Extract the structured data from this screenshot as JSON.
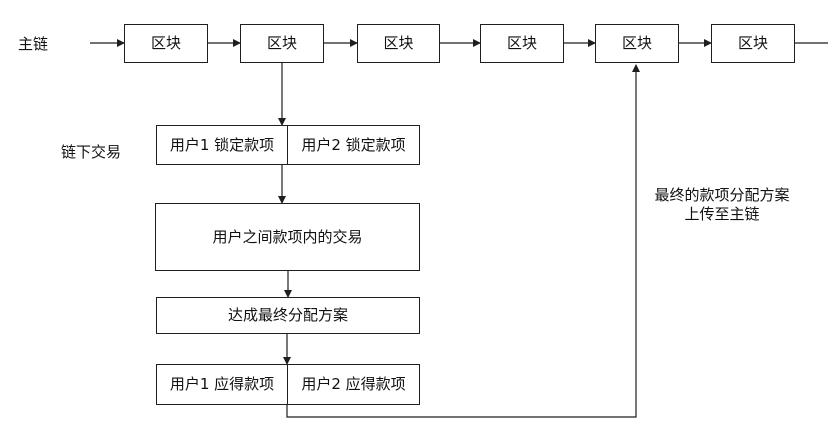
{
  "diagram": {
    "main_chain_label": "主链",
    "offchain_label": "链下交易",
    "blocks": [
      {
        "label": "区块"
      },
      {
        "label": "区块"
      },
      {
        "label": "区块"
      },
      {
        "label": "区块"
      },
      {
        "label": "区块"
      },
      {
        "label": "区块"
      }
    ],
    "lock_funds": {
      "user1": "用户1 锁定款项",
      "user2": "用户2 锁定款项"
    },
    "internal_transaction": "用户之间款项内的交易",
    "final_distribution": "达成最终分配方案",
    "entitled_funds": {
      "user1": "用户1 应得款项",
      "user2": "用户2 应得款项"
    },
    "upload_note": {
      "line1": "最终的款项分配方案",
      "line2": "上传至主链"
    }
  }
}
